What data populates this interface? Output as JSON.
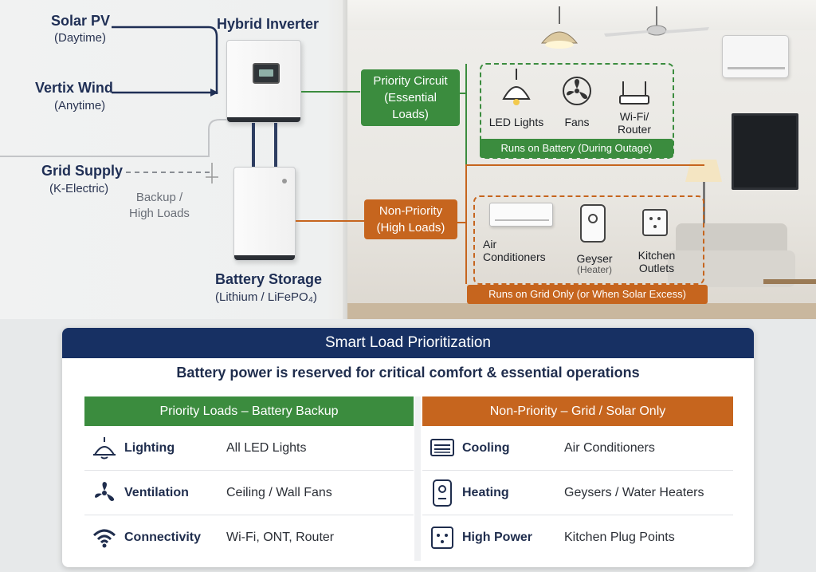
{
  "scene": {
    "solar_pv": {
      "title": "Solar PV",
      "sub": "(Daytime)"
    },
    "wind": {
      "title": "Vertix Wind",
      "sub": "(Anytime)"
    },
    "grid": {
      "title": "Grid Supply",
      "sub": "(K-Electric)"
    },
    "backup_note": [
      "Backup /",
      "High Loads"
    ],
    "inverter": {
      "title": "Hybrid Inverter"
    },
    "battery": {
      "title": "Battery Storage",
      "sub": "(Lithium / LiFePO₄)"
    },
    "priority_circuit": {
      "line1": "Priority Circuit",
      "line2": "(Essential Loads)"
    },
    "non_priority": {
      "line1": "Non-Priority",
      "line2": "(High Loads)"
    },
    "priority_appliances": [
      {
        "label": "LED Lights",
        "icon": "lamp-icon"
      },
      {
        "label": "Fans",
        "icon": "fan-icon"
      },
      {
        "label": "Wi-Fi/\nRouter",
        "icon": "router-icon"
      }
    ],
    "priority_bar": "Runs on Battery (During Outage)",
    "nonpriority_appliances": [
      {
        "label": "Air\nConditioners",
        "icon": "ac-unit-icon",
        "sub": ""
      },
      {
        "label": "Geyser",
        "icon": "geyser-icon",
        "sub": "(Heater)"
      },
      {
        "label": "Kitchen\nOutlets",
        "icon": "outlet-icon",
        "sub": ""
      }
    ],
    "nonpriority_bar": "Runs on Grid Only (or When Solar Excess)"
  },
  "panel": {
    "title": "Smart Load Prioritization",
    "subtitle": "Battery power is reserved for critical comfort & essential operations",
    "left": {
      "header": "Priority Loads  –  Battery Backup",
      "rows": [
        {
          "icon": "ceiling-lamp-icon",
          "category": "Lighting",
          "desc": "All LED Lights"
        },
        {
          "icon": "fan-icon",
          "category": "Ventilation",
          "desc": "Ceiling / Wall Fans"
        },
        {
          "icon": "wifi-icon",
          "category": "Connectivity",
          "desc": "Wi-Fi, ONT, Router"
        }
      ]
    },
    "right": {
      "header": "Non-Priority  –  Grid / Solar Only",
      "rows": [
        {
          "icon": "ac-icon",
          "category": "Cooling",
          "desc": "Air Conditioners"
        },
        {
          "icon": "heater-icon",
          "category": "Heating",
          "desc": "Geysers / Water Heaters"
        },
        {
          "icon": "plug-icon",
          "category": "High Power",
          "desc": "Kitchen Plug Points"
        }
      ]
    }
  },
  "colors": {
    "navy": "#173063",
    "green": "#3b8c3e",
    "orange": "#c6651e"
  }
}
